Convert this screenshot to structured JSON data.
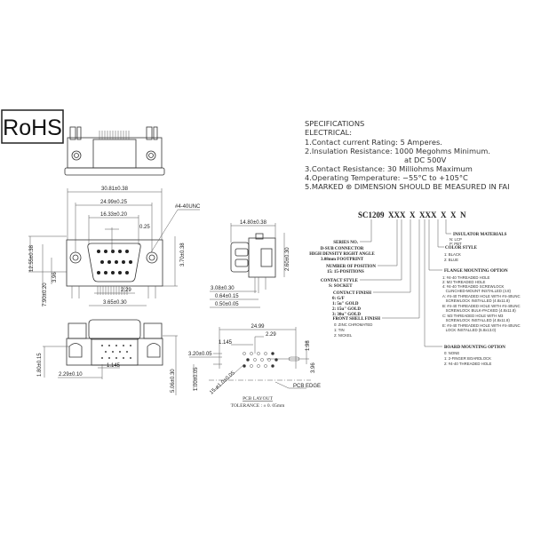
{
  "badge": "RoHS",
  "dimensions": {
    "width_overall": "30.81±0.38",
    "flange_pitch": "24.99±0.25",
    "shell_width": "16.33±0.20",
    "offset": "0.25",
    "thread": "#4-40UNC",
    "height": "12.55±0.38",
    "post_height": "3.70±0.38",
    "depth": "7.90±0.20",
    "small_a": "3.96",
    "pitch": "2.29",
    "pin_row": "3.65±0.30",
    "side_width": "14.80±0.38",
    "side_height": "2.60±0.30",
    "side_a": "3.08±0.30",
    "side_b": "0.64±0.15",
    "side_c": "0.50±0.05",
    "bottom_a": "1.80±0.15",
    "bottom_b": "2.29±0.10",
    "bottom_c": "1.145",
    "bottom_d": "5.06±0.30"
  },
  "pcb_layout": {
    "width": "24.99",
    "pitch": "2.29",
    "half_pitch": "1.145",
    "hole_a": "3.20±0.05",
    "hole_b": "1.00±0.05",
    "holes": "15-ø1.0±0.05",
    "v1": "1.98",
    "v2": "3.96",
    "edge": "PCB EDGE",
    "title": "PCB LAYOUT",
    "tolerance": "TOLERANCE : ± 0. 05mm"
  },
  "specifications": {
    "title": "SPECIFICATIONS",
    "subtitle": "ELECTRICAL:",
    "lines": [
      "1.Contact current Rating: 5 Amperes.",
      "2.Insulation Resistance: 1000 Megohms Minimum.",
      "at DC 500V",
      "3.Contact Resistance: 30 Milliohms Maximum",
      "4.Operating Temperature: −55°C to +105°C",
      "5.MARKED ⊛ DIMENSION SHOULD BE MEASURED IN FAI"
    ]
  },
  "ordering": {
    "code": "SC1209  XXX  X  XXX  X  X  N",
    "series_no": "SERIES NO.",
    "series_desc": [
      "D-SUB CONNECTOR",
      "HIGH DENSITY RIGHT ANGLE",
      "3.08mm FOOTPRINT"
    ],
    "positions": "NUMBER OF POSITION",
    "positions_opts": [
      "15: 15-POSITIONS"
    ],
    "contact_style": "CONTACT STYLE",
    "contact_style_opts": [
      "S: SOCKET"
    ],
    "contact_finish": "CONTACT FINISH",
    "contact_finish_opts": [
      "0: G/F",
      "1:  5u\" GOLD",
      "2: 15u\" GOLD",
      "3: 30u\" GOLD"
    ],
    "shell_finish": "FRONT SHELL FINISH",
    "shell_finish_opts": [
      "0: ZINC CHROMATED",
      "1: TIN",
      "2: NICKEL"
    ],
    "insulator": "INSULATOR MATERIALS",
    "insulator_opts": [
      "N: LCP",
      "P: PBT"
    ],
    "color": "COLOR STYLE",
    "color_opts": [
      "1: BLACK",
      "2: BLUE"
    ],
    "flange": "FLANGE MOUNTING OPTION",
    "flange_opts": [
      "1: #4-40 THREADED HOLE",
      "2: M3 THREADED HOLE",
      "4: #4-40 THREADED SCREWLOCK",
      "   CLINCHED-MOUNT INSTALLED (4.8)",
      "A: #4-40 THREADED HOLE WITH #4-40UNC",
      "   SCREWLOCK INSTALLED (4.8x11.8)",
      "B: #4-40 THREADED HOLE WITH #4-40UNC",
      "   SCREWLOCK BULK-PACKED (4.8x11.8)",
      "C: M3 THREADED HOLE WITH M3",
      "   SCREWLOCK INSTALLED (4.8x11.8)",
      "E: #4-40 THREADED HOLE WITH #4-40UNC",
      "   LOCK INSTALLED (5.8x13.0)"
    ],
    "board": "BOARD MOUNTING OPTION",
    "board_opts": [
      "0: NONE",
      "1: 2-FINGER BOARDLOCK",
      "2: #4-40 THREADED HOLE"
    ]
  }
}
